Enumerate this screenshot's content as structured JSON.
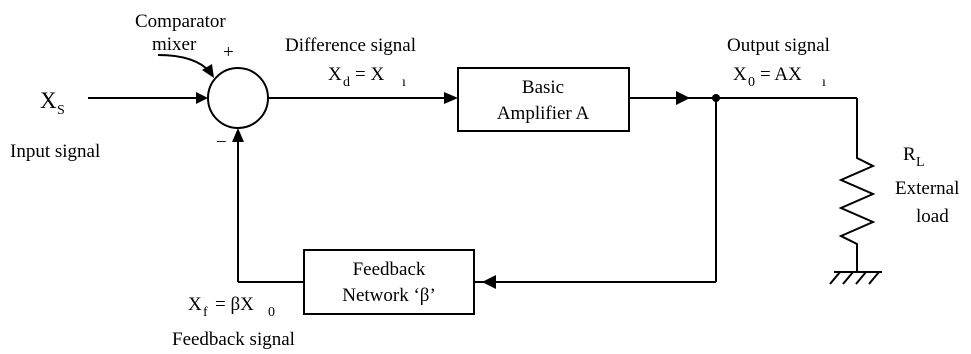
{
  "comparator": {
    "line1": "Comparator",
    "line2": "mixer",
    "plus": "+",
    "minus": "−"
  },
  "input": {
    "symbol": "X",
    "subscript": "S",
    "label": "Input signal"
  },
  "difference": {
    "label": "Difference signal",
    "lhs": "X",
    "lhs_sub": "d",
    "eq": "= X",
    "rhs_sub": "ı"
  },
  "amplifier": {
    "line1": "Basic",
    "line2": "Amplifier A"
  },
  "output": {
    "label": "Output signal",
    "lhs": "X",
    "lhs_sub": "0",
    "eq": "= AX",
    "rhs_sub": "ı"
  },
  "load": {
    "symbol": "R",
    "subscript": "L",
    "line1": "External",
    "line2": "load"
  },
  "feedback_network": {
    "line1": "Feedback",
    "line2": "Network ‘β’"
  },
  "feedback_signal": {
    "lhs": "X",
    "lhs_sub": "f",
    "eq": "= βX",
    "rhs_sub": "0",
    "label": "Feedback signal"
  }
}
